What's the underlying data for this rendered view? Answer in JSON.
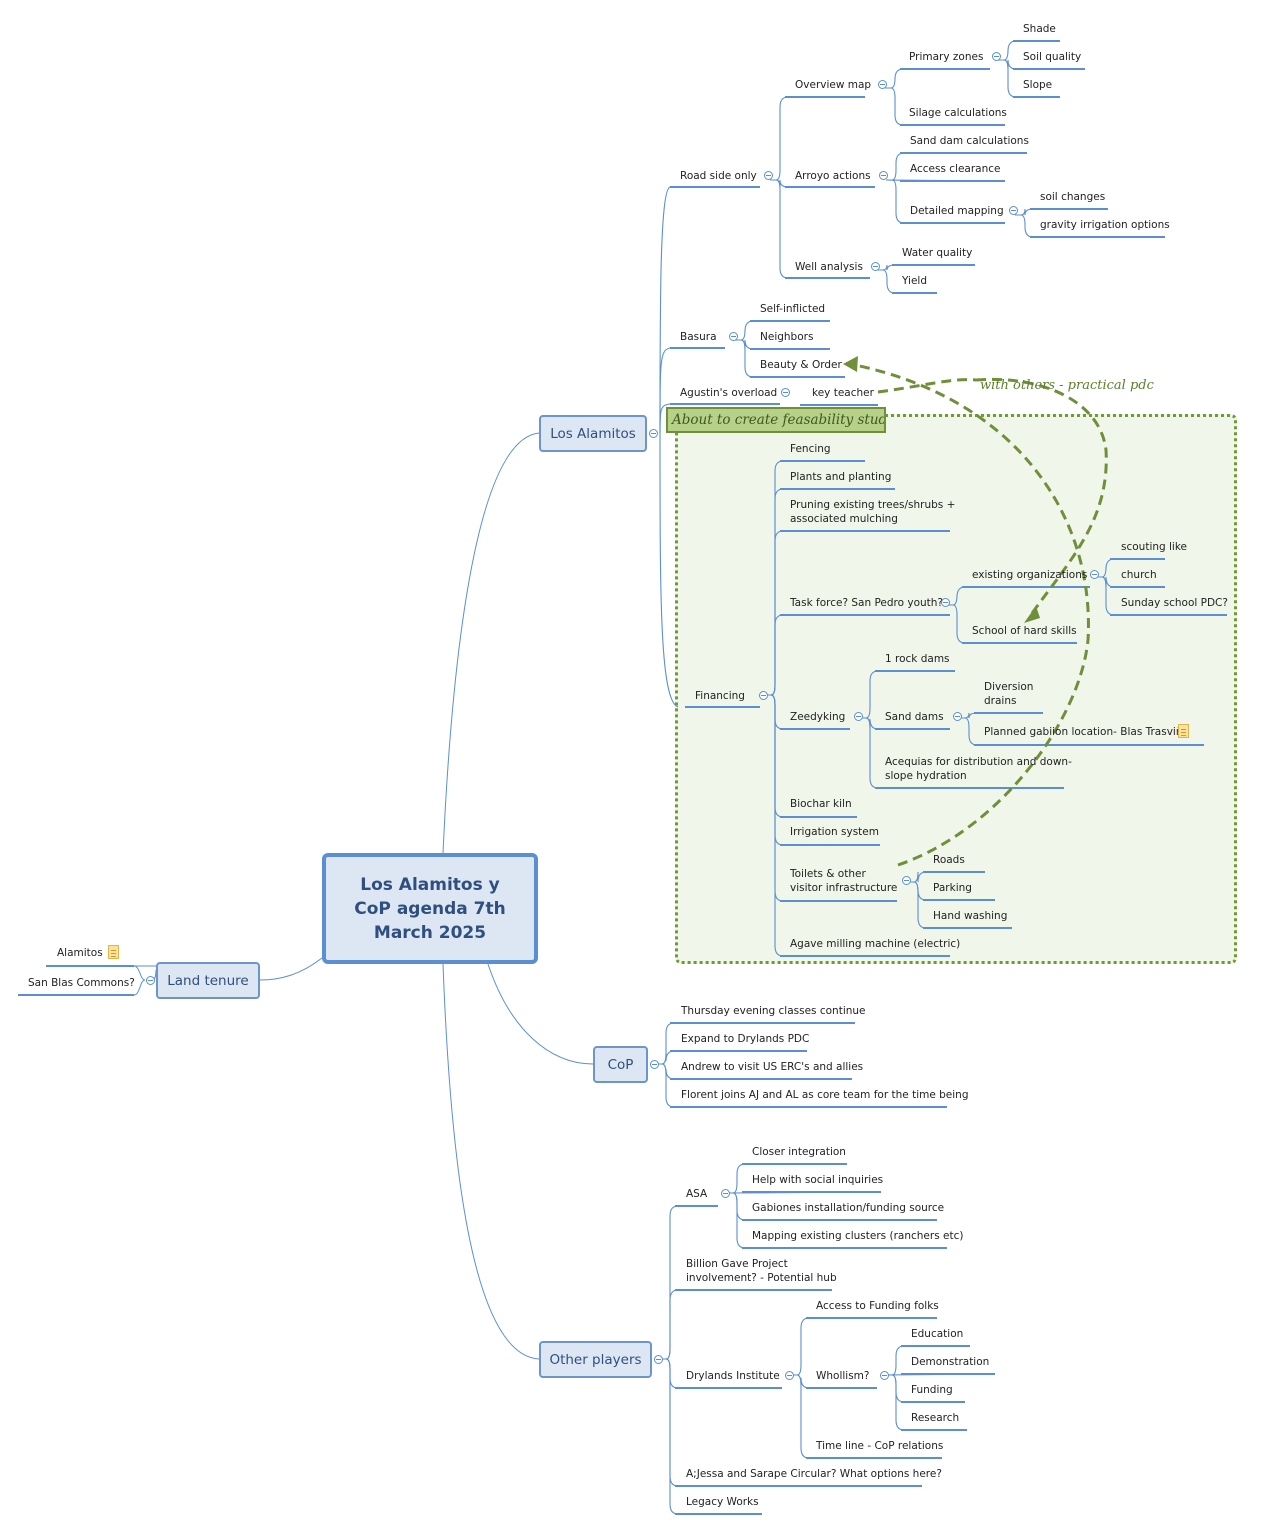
{
  "central": "Los Alamitos y CoP agenda 7th March 2025",
  "topics": {
    "los_alamitos": "Los Alamitos",
    "land_tenure": "Land tenure",
    "cop": "CoP",
    "other_players": "Other players"
  },
  "boundary_label": "About to create feasability study",
  "relationship_label": "with others - practical pdc",
  "land_tenure": {
    "alamitos": "Alamitos",
    "san_blas": "San Blas Commons?"
  },
  "los_alamitos": {
    "road_side_only": "Road side only",
    "overview_map": "Overview map",
    "primary_zones": "Primary zones",
    "shade": "Shade",
    "soil_quality": "Soil quality",
    "slope": "Slope",
    "silage": "Silage calculations",
    "arroyo_actions": "Arroyo actions",
    "sand_dam_calc": "Sand dam calculations",
    "access_clearance": "Access clearance",
    "detailed_mapping": "Detailed mapping",
    "soil_changes": "soil changes",
    "gravity_irrigation": "gravity irrigation options",
    "well_analysis": "Well analysis",
    "water_quality": "Water quality",
    "yield": "Yield",
    "basura": "Basura",
    "self_inflicted": "Self-inflicted",
    "neighbors": "Neighbors",
    "beauty_order": "Beauty & Order",
    "agustin": "Agustin's overload",
    "key_teacher": "key teacher",
    "financing": "Financing",
    "fencing": "Fencing",
    "plants": "Plants and planting",
    "pruning_1": "Pruning existing trees/shrubs +",
    "pruning_2": "associated mulching",
    "task_force": "Task force? San Pedro youth?",
    "existing_orgs": "existing organizations",
    "scouting": "scouting like",
    "church": "church",
    "sunday_school": "Sunday school PDC?",
    "hard_skills": "School of hard skills",
    "zeedyking": "Zeedyking",
    "rock_dams": "1 rock dams",
    "sand_dams": "Sand dams",
    "diversion_1": "Diversion",
    "diversion_2": "drains",
    "gabion": "Planned gabiion  location- Blas Trasviña",
    "acequias_1": "Acequias for distribution and down-",
    "acequias_2": "slope hydration",
    "biochar": "Biochar kiln",
    "irrigation": "Irrigation system",
    "toilets_1": "Toilets & other",
    "toilets_2": "visitor infrastructure",
    "roads": "Roads",
    "parking": "Parking",
    "hand_washing": "Hand washing",
    "agave": "Agave milling machine (electric)"
  },
  "cop": {
    "thursday": "Thursday evening classes continue",
    "expand": "Expand to Drylands PDC",
    "andrew": "Andrew to visit US ERC's and allies",
    "florent": "Florent joins AJ and AL as core team for the time being"
  },
  "other_players": {
    "asa": "ASA",
    "closer": "Closer integration",
    "help_social": "Help with social inquiries",
    "gabiones": "Gabiones installation/funding source",
    "mapping_clusters": "Mapping existing clusters (ranchers etc)",
    "billion_1": "Billion Gave Project",
    "billion_2": "involvement? - Potential hub",
    "drylands": "Drylands Institute",
    "access_funding": "Access to Funding folks",
    "whollism": "Whollism?",
    "education": "Education",
    "demonstration": "Demonstration",
    "funding": "Funding",
    "research": "Research",
    "timeline": "Time line - CoP relations",
    "ajessa": "A;Jessa and Sarape Circular? What options here?",
    "legacy": "Legacy Works"
  },
  "colors": {
    "branch": "#5b8fd1",
    "topic_fill": "#dde7f4",
    "boundary": "#6f9a34",
    "relationship": "#6f8f3a"
  }
}
